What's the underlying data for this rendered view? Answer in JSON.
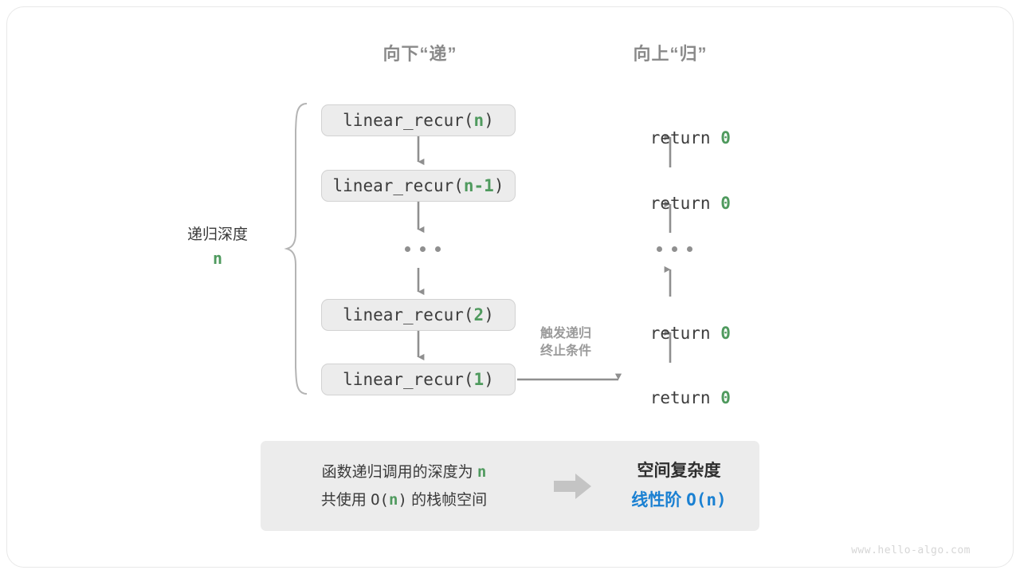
{
  "figure": {
    "watermark": "www.hello-algo.com",
    "columns": {
      "down_header": "向下“递”",
      "up_header": "向上“归”"
    },
    "depth_annotation": {
      "label": "递归深度",
      "value": "n"
    },
    "trigger_note": {
      "line1": "触发递归",
      "line2": "终止条件"
    },
    "call_stack": [
      {
        "prefix": "linear_recur(",
        "arg": "n",
        "suffix": ")"
      },
      {
        "prefix": "linear_recur(",
        "arg": "n-1",
        "suffix": ")"
      },
      {
        "ellipsis": "..."
      },
      {
        "prefix": "linear_recur(",
        "arg": "2",
        "suffix": ")"
      },
      {
        "prefix": "linear_recur(",
        "arg": "1",
        "suffix": ")"
      }
    ],
    "returns": [
      {
        "keyword": "return ",
        "value": "0"
      },
      {
        "keyword": "return ",
        "value": "0"
      },
      {
        "ellipsis": "..."
      },
      {
        "keyword": "return ",
        "value": "0"
      },
      {
        "keyword": "return ",
        "value": "0"
      }
    ],
    "summary": {
      "left_line1_a": "函数递归调用的深度为 ",
      "left_line1_n": "n",
      "left_line2_a": "共使用 ",
      "left_line2_o": "O(",
      "left_line2_n": "n",
      "left_line2_b": ")",
      "left_line2_c": " 的栈帧空间",
      "arrow_icon": "block-arrow-right-icon",
      "right_title": "空间复杂度",
      "right_value_label": "线性阶 ",
      "right_value_expr": "O(n)"
    },
    "colors": {
      "accent_green": "#4f9a5e",
      "accent_blue": "#1a80d2",
      "box_fill": "#ececec",
      "box_border": "#d2d2d2",
      "arrow_gray": "#8f8f8f",
      "header_gray": "#8a8a8a"
    }
  }
}
